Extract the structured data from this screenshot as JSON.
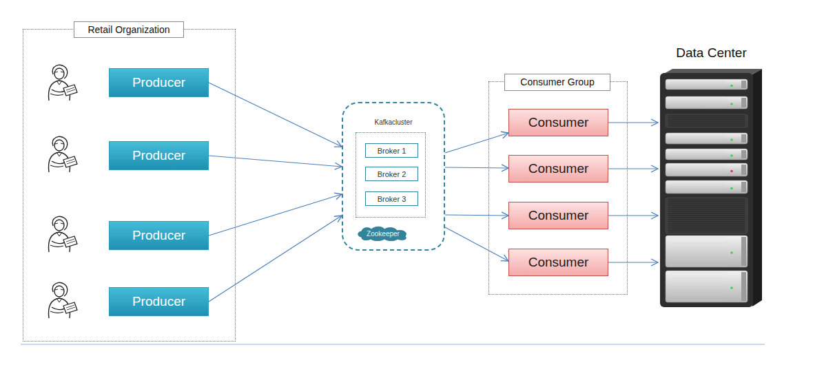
{
  "diagram": {
    "nodes": [
      {
        "text": [
          "Retail Organization"
        ]
      },
      {
        "text": [
          "Producer"
        ],
        "in": 0
      },
      {
        "text": [
          "Producer"
        ],
        "in": 0
      },
      {
        "text": [
          "Producer"
        ],
        "in": 0
      },
      {
        "text": [
          "Producer"
        ],
        "in": 0
      },
      {
        "text": [
          "Kafkacluster"
        ]
      },
      {
        "text": [
          "Broker 1"
        ],
        "in": 5
      },
      {
        "text": [
          "Broker 2"
        ],
        "in": 5
      },
      {
        "text": [
          "Broker 3"
        ],
        "in": 5
      },
      {
        "text": [
          "Zookeeper"
        ],
        "in": 5
      },
      {
        "text": [
          "Consumer Group"
        ]
      },
      {
        "text": [
          "Consumer"
        ],
        "in": 10
      },
      {
        "text": [
          "Consumer"
        ],
        "in": 10
      },
      {
        "text": [
          "Consumer"
        ],
        "in": 10
      },
      {
        "text": [
          "Consumer"
        ],
        "in": 10
      },
      {
        "text": [
          "Data Center"
        ]
      }
    ],
    "edges": [
      {
        "from": 1,
        "to": 5,
        "arrow": "to"
      },
      {
        "from": 2,
        "to": 5,
        "arrow": "to"
      },
      {
        "from": 3,
        "to": 5,
        "arrow": "to"
      },
      {
        "from": 4,
        "to": 5,
        "arrow": "to"
      },
      {
        "from": 5,
        "to": 11,
        "arrow": "to"
      },
      {
        "from": 5,
        "to": 12,
        "arrow": "to"
      },
      {
        "from": 5,
        "to": 13,
        "arrow": "to"
      },
      {
        "from": 5,
        "to": 14,
        "arrow": "to"
      },
      {
        "from": 11,
        "to": 15,
        "arrow": "to"
      },
      {
        "from": 12,
        "to": 15,
        "arrow": "to"
      },
      {
        "from": 13,
        "to": 15,
        "arrow": "to"
      },
      {
        "from": 14,
        "to": 15,
        "arrow": "to"
      }
    ]
  }
}
